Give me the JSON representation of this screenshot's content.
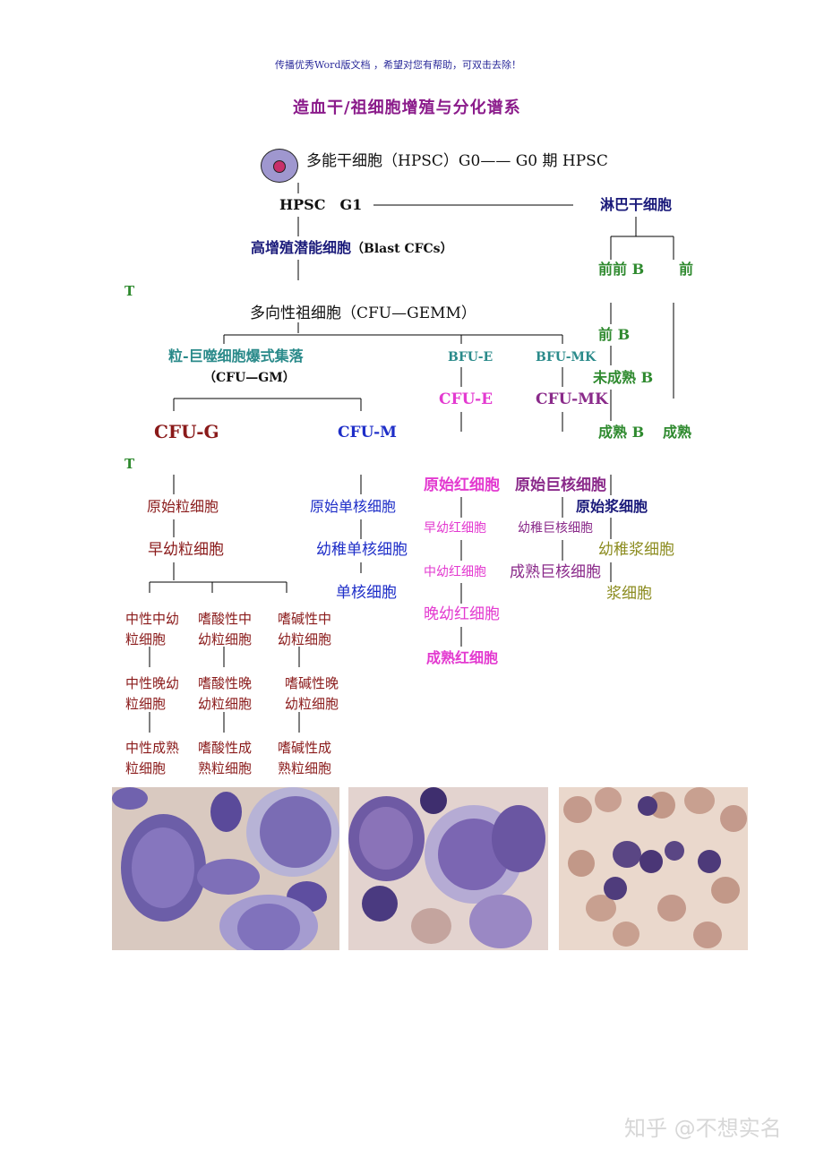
{
  "header_note": "传播优秀Word版文档 ，希望对您有帮助，可双击去除！",
  "title": "造血干/祖细胞增殖与分化谱系",
  "top": {
    "hpsc_g0": "多能干细胞（HPSC）G0—— G0 期 HPSC",
    "hpsc_g1": "HPSC　G1",
    "blast_cn": "高增殖潜能细胞",
    "blast_en": "（Blast CFCs）",
    "gemm": "多向性祖细胞（CFU—GEMM）",
    "t_upper": "T",
    "t_lower": "T"
  },
  "granulo_mono": {
    "burst": "粒-巨噬细胞爆式集落",
    "cfu_gm": "（CFU—GM）",
    "cfu_g": "CFU-G",
    "cfu_m": "CFU-M",
    "myeloblast": "原始粒细胞",
    "promyelocyte": "早幼粒细胞",
    "neutro_myelo": [
      "中性中幼",
      "粒细胞"
    ],
    "eosino_myelo": [
      "嗜酸性中",
      "幼粒细胞"
    ],
    "baso_myelo": [
      "嗜碱性中",
      "幼粒细胞"
    ],
    "neutro_meta": [
      "中性晚幼",
      "粒细胞"
    ],
    "eosino_meta": [
      "嗜酸性晚",
      "幼粒细胞"
    ],
    "baso_meta": [
      "嗜碱性晚",
      "幼粒细胞"
    ],
    "neutro_mature": [
      "中性成熟",
      "粒细胞"
    ],
    "eosino_mature": [
      "嗜酸性成",
      "熟粒细胞"
    ],
    "baso_mature": [
      "嗜碱性成",
      "熟粒细胞"
    ],
    "monoblast": "原始单核细胞",
    "promonocyte": "幼稚单核细胞",
    "monocyte": "单核细胞"
  },
  "erythro": {
    "bfu_e": "BFU-E",
    "cfu_e": "CFU-E",
    "proerythroblast": "原始红细胞",
    "early": "早幼红细胞",
    "intermediate": "中幼红细胞",
    "late": "晚幼红细胞",
    "mature": "成熟红细胞"
  },
  "megakaryo": {
    "bfu_mk": "BFU-MK",
    "cfu_mk": "CFU-MK",
    "megakaryoblast": "原始巨核细胞",
    "promegakaryocyte": "幼稚巨核细胞",
    "mature": "成熟巨核细胞"
  },
  "lymph": {
    "lymphoid_stem": "淋巴干细胞",
    "pre_pre_b": "前前 B",
    "pre_right": "前",
    "pre_b": "前 B",
    "immature_b": "未成熟 B",
    "mature_b": "成熟 B",
    "mature_right": "成熟",
    "plasmablast": "原始浆细胞",
    "proplasmacyte": "幼稚浆细胞",
    "plasma_cell": "浆细胞"
  },
  "watermark": "知乎 @不想实名",
  "colors": {
    "black": "#111111",
    "navy": "#1a1a7a",
    "green": "#2f8a2f",
    "teal": "#2a8a8a",
    "magenta": "#e33ad0",
    "purple": "#8a2a8a",
    "darkred": "#8a1a1a",
    "blue": "#1e2ec8",
    "olive": "#8c8c20",
    "title": "#8a1a8a",
    "note": "#2a2a9a"
  }
}
